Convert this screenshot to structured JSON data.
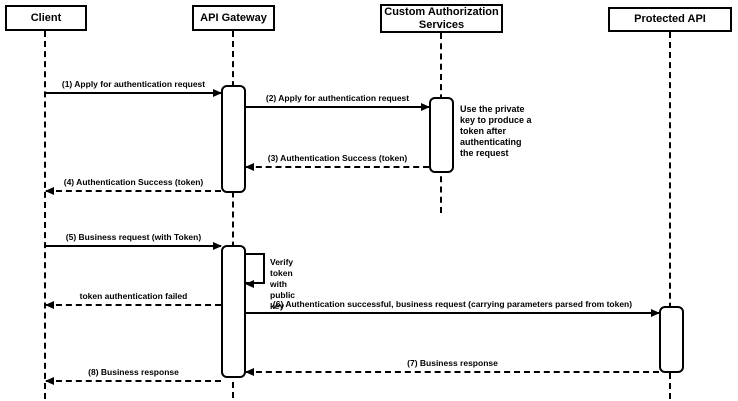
{
  "colors": {
    "stroke": "#000000",
    "fill": "#ffffff",
    "background": "#ffffff"
  },
  "diagram": {
    "type": "sequence-diagram",
    "participants": [
      {
        "id": "client",
        "label": "Client"
      },
      {
        "id": "api-gateway",
        "label": "API Gateway"
      },
      {
        "id": "custom-auth",
        "label": "Custom Authorization\nServices"
      },
      {
        "id": "protected-api",
        "label": "Protected API"
      }
    ],
    "messages": [
      {
        "label": "(1) Apply for authentication request",
        "from": "Client",
        "to": "API Gateway",
        "line": "solid"
      },
      {
        "label": "(2) Apply for authentication request",
        "from": "API Gateway",
        "to": "Custom Authorization Services",
        "line": "solid"
      },
      {
        "label": "(3) Authentication Success (token)",
        "from": "Custom Authorization Services",
        "to": "API Gateway",
        "line": "dashed"
      },
      {
        "label": "(4) Authentication Success (token)",
        "from": "API Gateway",
        "to": "Client",
        "line": "dashed"
      },
      {
        "label": "(5) Business request (with Token)",
        "from": "Client",
        "to": "API Gateway",
        "line": "solid"
      },
      {
        "label": "Verify token\nwith public key",
        "from": "API Gateway",
        "to": "API Gateway",
        "line": "solid",
        "self": true
      },
      {
        "label": "token authentication failed",
        "from": "API Gateway",
        "to": "Client",
        "line": "dashed"
      },
      {
        "label": "(6) Authentication successful, business request (carrying parameters parsed from token)",
        "from": "API Gateway",
        "to": "Protected API",
        "line": "solid"
      },
      {
        "label": "(7) Business response",
        "from": "Protected API",
        "to": "API Gateway",
        "line": "dashed"
      },
      {
        "label": "(8) Business response",
        "from": "API Gateway",
        "to": "Client",
        "line": "dashed"
      }
    ],
    "notes": [
      {
        "label": "Use the private\nkey to produce a\ntoken after\nauthenticating\nthe request",
        "attached_to": "Custom Authorization Services"
      }
    ]
  }
}
